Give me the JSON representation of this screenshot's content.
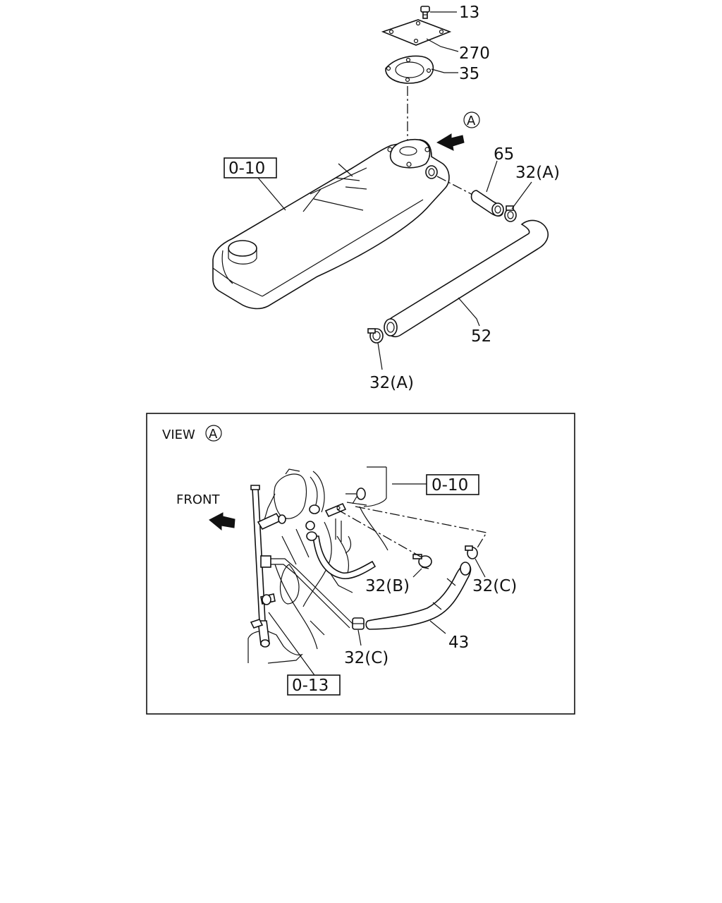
{
  "callouts": {
    "p13": "13",
    "p270": "270",
    "p35": "35",
    "p65": "65",
    "p32a_top": "32(A)",
    "p52": "52",
    "p32a_bottom": "32(A)",
    "ref_cover": "0-10",
    "view_marker": "A"
  },
  "view_panel": {
    "title": "VIEW",
    "marker": "A",
    "front": "FRONT",
    "ref_cover": "0-10",
    "ref_dipstick": "0-13",
    "p32b": "32(B)",
    "p32c_right": "32(C)",
    "p32c_bottom": "32(C)",
    "p43": "43"
  }
}
